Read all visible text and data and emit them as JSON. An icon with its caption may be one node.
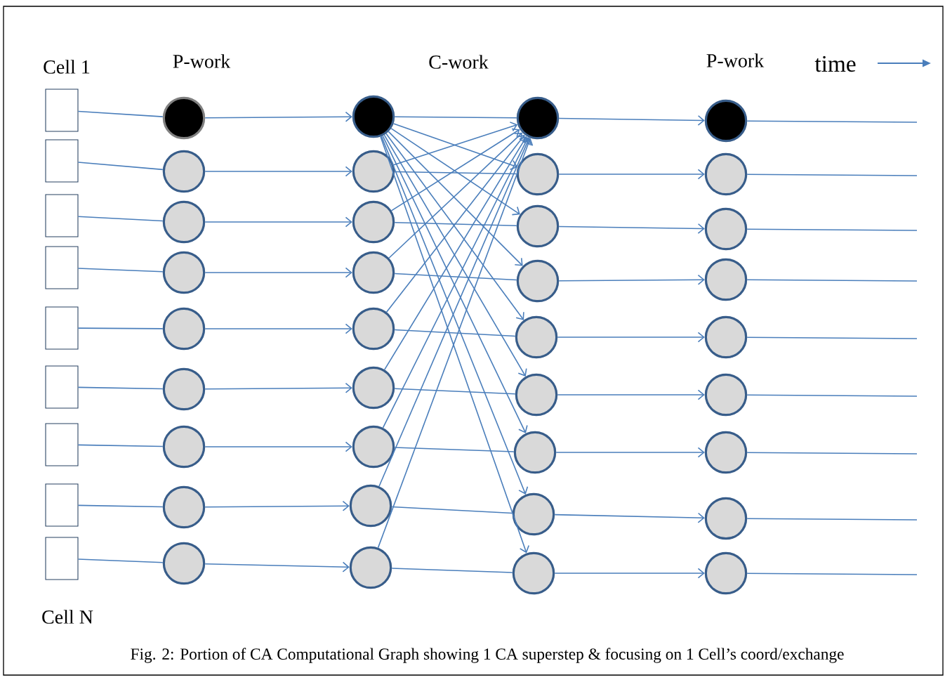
{
  "diagram": {
    "caption": "Fig. 2: Portion of CA Computational Graph showing 1 CA superstep & focusing on 1 Cell’s coord/exchange",
    "nodes": [
      {
        "text": [],
        "shape": "box"
      },
      {
        "text": [],
        "shape": "box"
      },
      {
        "text": [],
        "shape": "box"
      },
      {
        "text": [],
        "shape": "box"
      },
      {
        "text": [],
        "shape": "box"
      },
      {
        "text": [],
        "shape": "box"
      },
      {
        "text": [],
        "shape": "box"
      },
      {
        "text": [],
        "shape": "box"
      },
      {
        "text": [],
        "shape": "box"
      },
      {
        "text": [],
        "shape": "circle"
      },
      {
        "text": [],
        "shape": "circle"
      },
      {
        "text": [],
        "shape": "circle"
      },
      {
        "text": [],
        "shape": "circle"
      },
      {
        "text": [],
        "shape": "circle"
      },
      {
        "text": [],
        "shape": "circle"
      },
      {
        "text": [],
        "shape": "circle"
      },
      {
        "text": [],
        "shape": "circle"
      },
      {
        "text": [],
        "shape": "circle"
      },
      {
        "text": [],
        "shape": "circle"
      },
      {
        "text": [],
        "shape": "circle"
      },
      {
        "text": [],
        "shape": "circle"
      },
      {
        "text": [],
        "shape": "circle"
      },
      {
        "text": [],
        "shape": "circle"
      },
      {
        "text": [],
        "shape": "circle"
      },
      {
        "text": [],
        "shape": "circle"
      },
      {
        "text": [],
        "shape": "circle"
      },
      {
        "text": [],
        "shape": "circle"
      },
      {
        "text": [],
        "shape": "circle"
      },
      {
        "text": [],
        "shape": "circle"
      },
      {
        "text": [],
        "shape": "circle"
      },
      {
        "text": [],
        "shape": "circle"
      },
      {
        "text": [],
        "shape": "circle"
      },
      {
        "text": [],
        "shape": "circle"
      },
      {
        "text": [],
        "shape": "circle"
      },
      {
        "text": [],
        "shape": "circle"
      },
      {
        "text": [],
        "shape": "circle"
      },
      {
        "text": [],
        "shape": "circle"
      },
      {
        "text": [],
        "shape": "circle"
      },
      {
        "text": [],
        "shape": "circle"
      },
      {
        "text": [],
        "shape": "circle"
      },
      {
        "text": [],
        "shape": "circle"
      },
      {
        "text": [],
        "shape": "circle"
      },
      {
        "text": [],
        "shape": "circle"
      },
      {
        "text": [],
        "shape": "circle"
      },
      {
        "text": [],
        "shape": "circle"
      }
    ],
    "edges": [
      {
        "from": 0,
        "to": 9,
        "arrow": "none"
      },
      {
        "from": 1,
        "to": 10,
        "arrow": "none"
      },
      {
        "from": 2,
        "to": 11,
        "arrow": "none"
      },
      {
        "from": 3,
        "to": 12,
        "arrow": "none"
      },
      {
        "from": 4,
        "to": 13,
        "arrow": "none"
      },
      {
        "from": 5,
        "to": 14,
        "arrow": "none"
      },
      {
        "from": 6,
        "to": 15,
        "arrow": "none"
      },
      {
        "from": 7,
        "to": 16,
        "arrow": "none"
      },
      {
        "from": 8,
        "to": 17,
        "arrow": "none"
      },
      {
        "from": 9,
        "to": 18,
        "arrow": "to"
      },
      {
        "from": 10,
        "to": 19,
        "arrow": "to"
      },
      {
        "from": 11,
        "to": 20,
        "arrow": "to"
      },
      {
        "from": 12,
        "to": 21,
        "arrow": "to"
      },
      {
        "from": 13,
        "to": 22,
        "arrow": "to"
      },
      {
        "from": 14,
        "to": 23,
        "arrow": "to"
      },
      {
        "from": 15,
        "to": 24,
        "arrow": "to"
      },
      {
        "from": 16,
        "to": 25,
        "arrow": "to"
      },
      {
        "from": 17,
        "to": 26,
        "arrow": "to"
      },
      {
        "from": 18,
        "to": 27,
        "arrow": "none"
      },
      {
        "from": 19,
        "to": 28,
        "arrow": "none"
      },
      {
        "from": 20,
        "to": 29,
        "arrow": "none"
      },
      {
        "from": 21,
        "to": 30,
        "arrow": "none"
      },
      {
        "from": 22,
        "to": 31,
        "arrow": "none"
      },
      {
        "from": 23,
        "to": 32,
        "arrow": "none"
      },
      {
        "from": 24,
        "to": 33,
        "arrow": "none"
      },
      {
        "from": 25,
        "to": 34,
        "arrow": "none"
      },
      {
        "from": 26,
        "to": 35,
        "arrow": "none"
      },
      {
        "from": 18,
        "to": 28,
        "arrow": "to"
      },
      {
        "from": 18,
        "to": 29,
        "arrow": "to"
      },
      {
        "from": 18,
        "to": 30,
        "arrow": "to"
      },
      {
        "from": 18,
        "to": 31,
        "arrow": "to"
      },
      {
        "from": 18,
        "to": 32,
        "arrow": "to"
      },
      {
        "from": 18,
        "to": 33,
        "arrow": "to"
      },
      {
        "from": 18,
        "to": 34,
        "arrow": "to"
      },
      {
        "from": 18,
        "to": 35,
        "arrow": "to"
      },
      {
        "from": 19,
        "to": 27,
        "arrow": "to"
      },
      {
        "from": 20,
        "to": 27,
        "arrow": "to"
      },
      {
        "from": 21,
        "to": 27,
        "arrow": "to"
      },
      {
        "from": 22,
        "to": 27,
        "arrow": "to"
      },
      {
        "from": 23,
        "to": 27,
        "arrow": "to"
      },
      {
        "from": 24,
        "to": 27,
        "arrow": "to"
      },
      {
        "from": 25,
        "to": 27,
        "arrow": "to"
      },
      {
        "from": 26,
        "to": 27,
        "arrow": "to"
      },
      {
        "from": 27,
        "to": 36,
        "arrow": "to"
      },
      {
        "from": 28,
        "to": 37,
        "arrow": "to"
      },
      {
        "from": 29,
        "to": 38,
        "arrow": "to"
      },
      {
        "from": 30,
        "to": 39,
        "arrow": "to"
      },
      {
        "from": 31,
        "to": 40,
        "arrow": "to"
      },
      {
        "from": 32,
        "to": 41,
        "arrow": "to"
      },
      {
        "from": 33,
        "to": 42,
        "arrow": "to"
      },
      {
        "from": 34,
        "to": 43,
        "arrow": "to"
      },
      {
        "from": 35,
        "to": 44,
        "arrow": "to"
      },
      {
        "from": 36,
        "to": null,
        "arrow": "none"
      },
      {
        "from": 37,
        "to": null,
        "arrow": "none"
      },
      {
        "from": 38,
        "to": null,
        "arrow": "none"
      },
      {
        "from": 39,
        "to": null,
        "arrow": "none"
      },
      {
        "from": 40,
        "to": null,
        "arrow": "none"
      },
      {
        "from": 41,
        "to": null,
        "arrow": "none"
      },
      {
        "from": 42,
        "to": null,
        "arrow": "none"
      },
      {
        "from": 43,
        "to": null,
        "arrow": "none"
      },
      {
        "from": 44,
        "to": null,
        "arrow": "none"
      }
    ],
    "labels": [
      "Cell 1",
      "P-work",
      "C-work",
      "P-work",
      "time",
      "Cell N"
    ]
  }
}
